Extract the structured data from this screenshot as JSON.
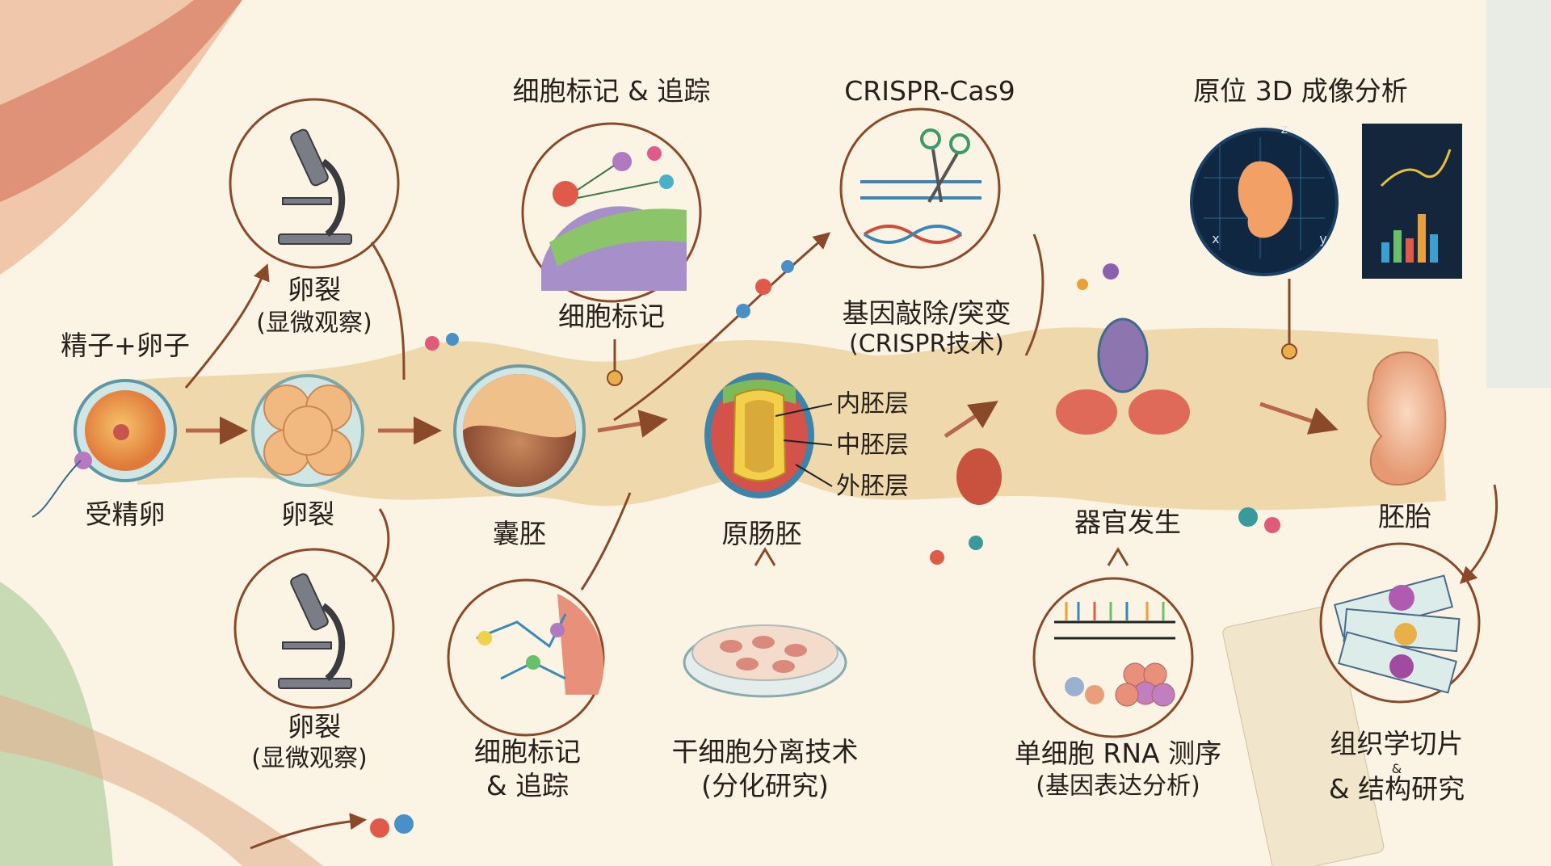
{
  "colors": {
    "background": "#fbf4e4",
    "stream": "#ecd3a2",
    "frame": "#8a4a2a",
    "text": "#26201c",
    "teal": "#3f9c9a",
    "panel": "#0f2740"
  },
  "main_stages": {
    "gametes": "精子+卵子",
    "zygote": "受精卵",
    "cleavage": "卵裂",
    "blastocyst": "囊胚",
    "gastrula": "原肠胚",
    "organogenesis": "器官发生",
    "embryo": "胚胎"
  },
  "germ_layers": {
    "endoderm": "内胚层",
    "mesoderm": "中胚层",
    "ectoderm": "外胚层"
  },
  "top_callouts": {
    "microscopy": {
      "title": "卵裂",
      "subtitle": "(显微观察)",
      "icon": "microscope-icon"
    },
    "cell_labeling": {
      "heading": "细胞标记 & 追踪",
      "title": "细胞标记",
      "icon": "cell-lineage-icon"
    },
    "crispr": {
      "heading": "CRISPR-Cas9",
      "title": "基因敲除/突变",
      "subtitle": "(CRISPR技术)",
      "icon": "scissors-dna-icon"
    },
    "imaging": {
      "heading": "原位 3D 成像分析",
      "axis_x": "x",
      "axis_y": "y",
      "axis_z": "z",
      "icon": "3d-embryo-scan-icon"
    }
  },
  "bottom_callouts": {
    "microscopy": {
      "title": "卵裂",
      "subtitle": "(显微观察)",
      "icon": "microscope-icon"
    },
    "cell_tracking": {
      "title": "细胞标记",
      "subtitle": "& 追踪",
      "icon": "cell-tracking-icon"
    },
    "stem_cell": {
      "title": "干细胞分离技术",
      "subtitle": "(分化研究)",
      "icon": "petri-dish-icon"
    },
    "scrna": {
      "title": "单细胞 RNA 测序",
      "subtitle": "(基因表达分析)",
      "icon": "sequencing-icon"
    },
    "histology": {
      "title": "组织学切片",
      "amp": "&",
      "subtitle": "& 结构研究",
      "icon": "slides-icon"
    }
  }
}
